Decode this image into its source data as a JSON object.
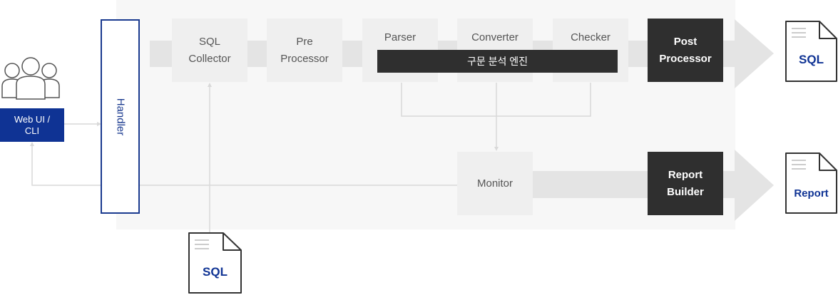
{
  "users": {
    "icon": "users-icon"
  },
  "webui": {
    "line1": "Web UI /",
    "line2": "CLI"
  },
  "handler": {
    "label": "Handler"
  },
  "pipeline": {
    "sql_collector": {
      "line1": "SQL",
      "line2": "Collector"
    },
    "pre_processor": {
      "line1": "Pre",
      "line2": "Processor"
    },
    "parser": {
      "label": "Parser"
    },
    "converter": {
      "label": "Converter"
    },
    "checker": {
      "label": "Checker"
    },
    "engine": {
      "label": "구문 분석 엔진"
    },
    "post_processor": {
      "line1": "Post",
      "line2": "Processor"
    }
  },
  "monitor": {
    "label": "Monitor"
  },
  "report_builder": {
    "line1": "Report",
    "line2": "Builder"
  },
  "outputs": {
    "sql_out": {
      "label": "SQL"
    },
    "report_out": {
      "label": "Report"
    },
    "sql_in": {
      "label": "SQL"
    }
  },
  "colors": {
    "brand": "#0f3394",
    "dark": "#2f2f2f",
    "light": "#efefef",
    "flow": "#e4e4e4"
  }
}
